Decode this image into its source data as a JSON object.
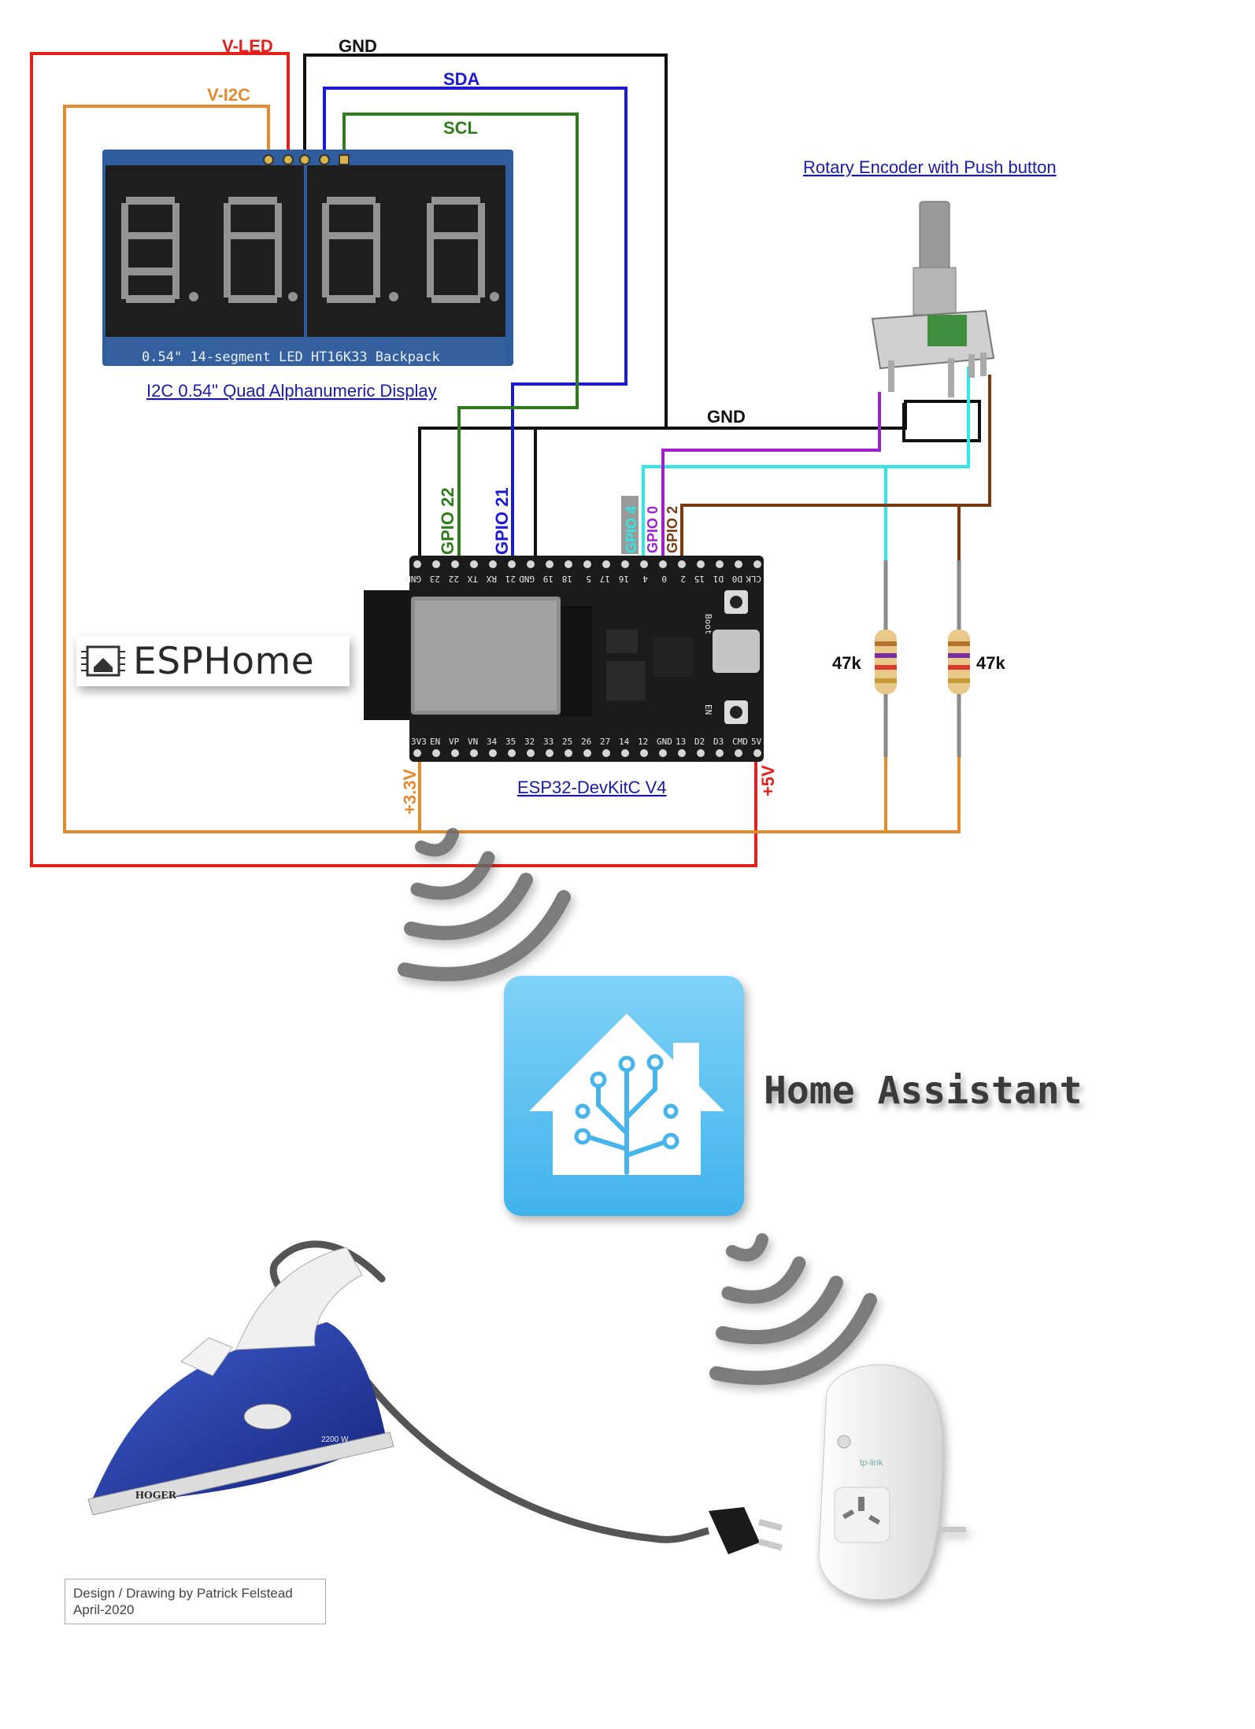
{
  "wires": {
    "v_led": {
      "label": "V-LED",
      "color": "#e3201b"
    },
    "gnd_top": {
      "label": "GND",
      "color": "#111111"
    },
    "sda": {
      "label": "SDA",
      "color": "#1a1ad6"
    },
    "v_i2c": {
      "label": "V-I2C",
      "color": "#e68a2e"
    },
    "scl": {
      "label": "SCL",
      "color": "#2e7d1a"
    },
    "gnd_encoder": {
      "label": "GND",
      "color": "#111111"
    },
    "gpio22": {
      "label": "GPIO 22",
      "color": "#2e7d1a"
    },
    "gpio21": {
      "label": "GPIO 21",
      "color": "#1a1ad6"
    },
    "gpio4": {
      "label": "GPIO 4",
      "color": "#2ee8e8"
    },
    "gpio0": {
      "label": "GPIO 0",
      "color": "#a020d0"
    },
    "gpio2": {
      "label": "GPIO 2",
      "color": "#7a3a10"
    },
    "v33": {
      "label": "+3.3V",
      "color": "#e68a2e"
    },
    "v5": {
      "label": "+5V",
      "color": "#e3201b"
    }
  },
  "components": {
    "display": {
      "label": "I2C 0.54\" Quad Alphanumeric Display",
      "silkscreen": "0.54\" 14-segment LED HT16K33 Backpack"
    },
    "encoder": {
      "label": "Rotary Encoder with Push button"
    },
    "esp32": {
      "label": "ESP32-DevKitC V4",
      "top_pins": [
        "GND",
        "23",
        "22",
        "TX",
        "RX",
        "21",
        "GND",
        "19",
        "18",
        "5",
        "17",
        "16",
        "4",
        "0",
        "2",
        "15",
        "D1",
        "D0",
        "CLK"
      ],
      "bottom_pins": [
        "3V3",
        "EN",
        "VP",
        "VN",
        "34",
        "35",
        "32",
        "33",
        "25",
        "26",
        "27",
        "14",
        "12",
        "GND",
        "13",
        "D2",
        "D3",
        "CMD",
        "5V"
      ],
      "boot_label": "Boot",
      "en_label": "EN"
    },
    "resistor_left": {
      "label": "47k"
    },
    "resistor_right": {
      "label": "47k"
    }
  },
  "esphome": {
    "label": "ESPHome"
  },
  "home_assistant": {
    "label": "Home Assistant"
  },
  "iron": {
    "brand": "HOGER",
    "wattage": "2200 W"
  },
  "plug": {
    "brand": "tp-link"
  },
  "credit": {
    "line1": "Design / Drawing by Patrick Felstead",
    "line2": "April-2020"
  },
  "icons": [
    "wifi-waves-icon",
    "home-assistant-icon",
    "esphome-chip-icon",
    "steam-iron-icon",
    "smart-plug-icon"
  ]
}
